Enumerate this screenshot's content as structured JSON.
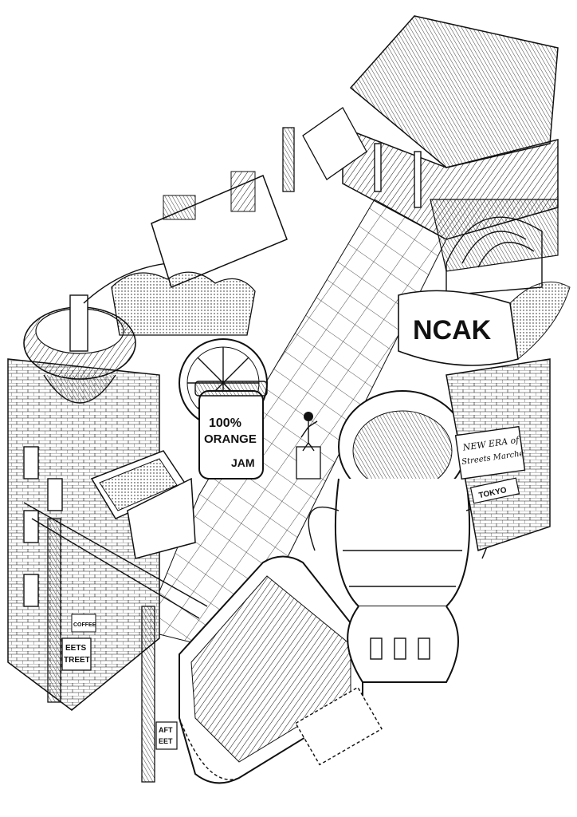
{
  "scene": {
    "palette": {
      "ink": "#111111",
      "paper": "#ffffff",
      "shade": "#d9d9d9",
      "dark": "#3a3a3a"
    },
    "signs": {
      "orange_jar_line1": "100%",
      "orange_jar_line2": "ORANGE",
      "orange_jar_line3": "JAM",
      "banner_text": "NCAK",
      "market_sign_line1": "NEW ERA of",
      "market_sign_line2": "Streets Marche",
      "street_sign_left_line1": "EETS",
      "street_sign_left_line2": "TREET",
      "street_sign_bottom_line1": "AFT",
      "street_sign_bottom_line2": "EET",
      "coffee_sign": "COFFEE",
      "tokyo_sign": "TOKYO"
    }
  }
}
